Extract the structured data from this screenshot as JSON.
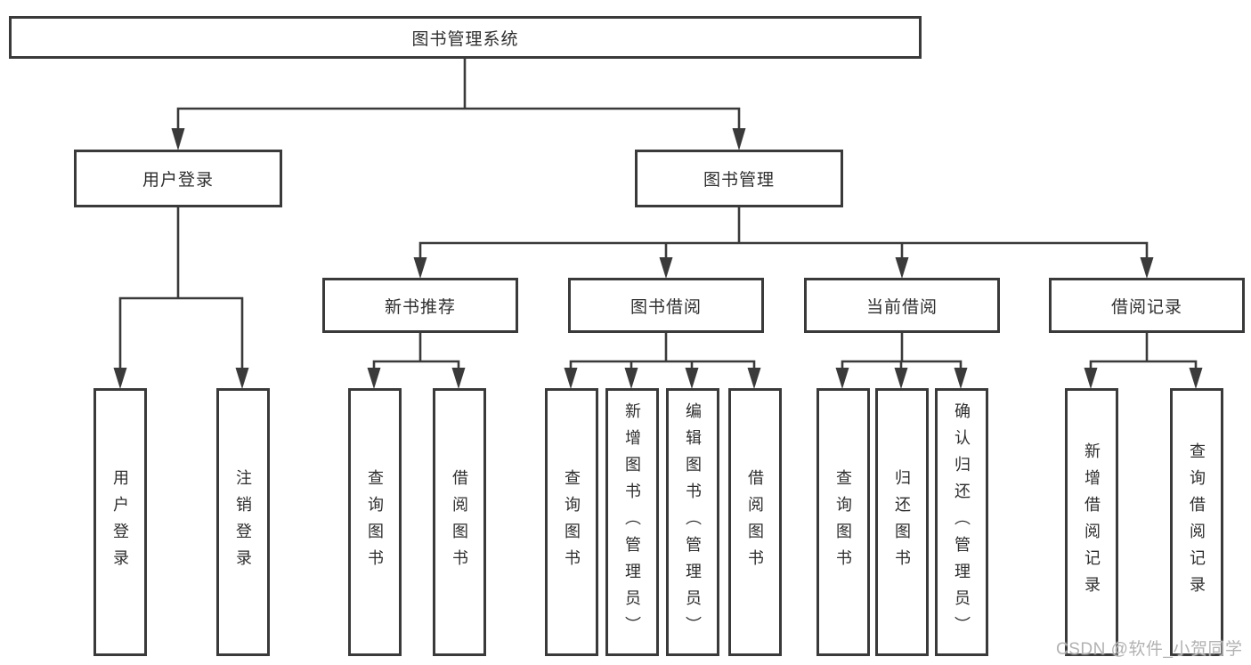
{
  "diagram": {
    "root": {
      "label": "图书管理系统"
    },
    "level2": [
      {
        "label": "用户登录"
      },
      {
        "label": "图书管理"
      }
    ],
    "user_children": [
      "用户登录",
      "注销登录"
    ],
    "level3": [
      {
        "label": "新书推荐"
      },
      {
        "label": "图书借阅"
      },
      {
        "label": "当前借阅"
      },
      {
        "label": "借阅记录"
      }
    ],
    "newbook_children": [
      "查询图书",
      "借阅图书"
    ],
    "borrow_children": [
      "查询图书",
      "新增图书（管理员）",
      "编辑图书（管理员）",
      "借阅图书"
    ],
    "current_children": [
      "查询图书",
      "归还图书",
      "确认归还（管理员）"
    ],
    "record_children": [
      "新增借阅记录",
      "查询借阅记录"
    ]
  },
  "watermark": {
    "text": "CSDN @软件_小贺同学"
  },
  "colors": {
    "background": "#ffffff",
    "box_fill": "#ffffff",
    "line": "#3a3a3a",
    "text": "#2e2e2e",
    "watermark": "#b2b2b2"
  }
}
